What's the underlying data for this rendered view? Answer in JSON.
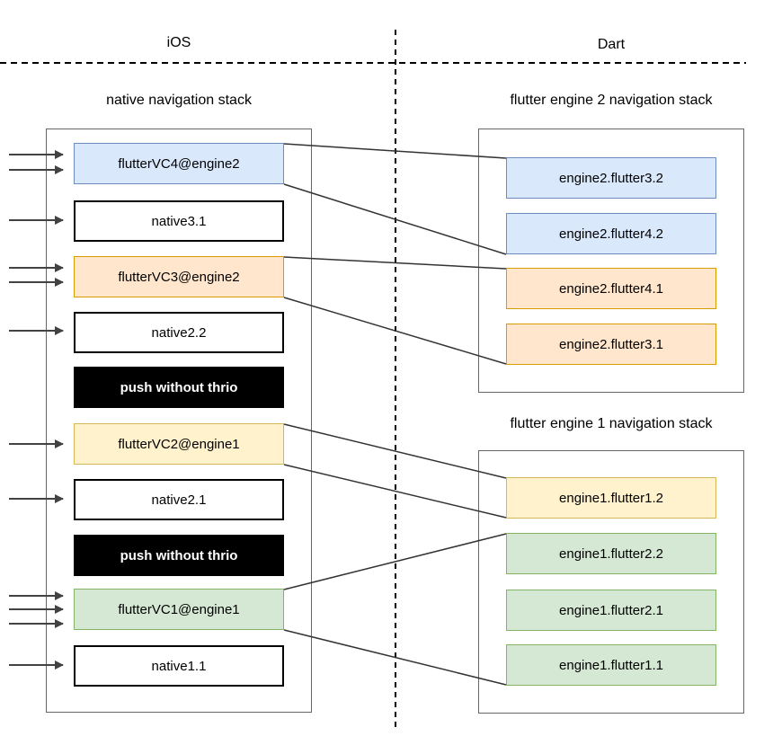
{
  "header": {
    "ios_label": "iOS",
    "dart_label": "Dart"
  },
  "native_stack": {
    "title": "native navigation stack",
    "items": [
      {
        "label": "flutterVC4@engine2",
        "type": "flutter-vc",
        "color": "blue",
        "incoming_arrows": 2
      },
      {
        "label": "native3.1",
        "type": "native-vc",
        "color": "white",
        "incoming_arrows": 1
      },
      {
        "label": "flutterVC3@engine2",
        "type": "flutter-vc",
        "color": "orange",
        "incoming_arrows": 2
      },
      {
        "label": "native2.2",
        "type": "native-vc",
        "color": "white",
        "incoming_arrows": 1
      },
      {
        "label": "push without thrio",
        "type": "marker",
        "color": "black",
        "incoming_arrows": 0
      },
      {
        "label": "flutterVC2@engine1",
        "type": "flutter-vc",
        "color": "yellow",
        "incoming_arrows": 1
      },
      {
        "label": "native2.1",
        "type": "native-vc",
        "color": "white",
        "incoming_arrows": 1
      },
      {
        "label": "push without thrio",
        "type": "marker",
        "color": "black",
        "incoming_arrows": 0
      },
      {
        "label": "flutterVC1@engine1",
        "type": "flutter-vc",
        "color": "green",
        "incoming_arrows": 3
      },
      {
        "label": "native1.1",
        "type": "native-vc",
        "color": "white",
        "incoming_arrows": 1
      }
    ]
  },
  "engine2_stack": {
    "title": "flutter engine 2 navigation stack",
    "items": [
      {
        "label": "engine2.flutter3.2",
        "color": "blue"
      },
      {
        "label": "engine2.flutter4.2",
        "color": "blue"
      },
      {
        "label": "engine2.flutter4.1",
        "color": "orange"
      },
      {
        "label": "engine2.flutter3.1",
        "color": "orange"
      }
    ]
  },
  "engine1_stack": {
    "title": "flutter engine 1 navigation stack",
    "items": [
      {
        "label": "engine1.flutter1.2",
        "color": "yellow"
      },
      {
        "label": "engine1.flutter2.2",
        "color": "green"
      },
      {
        "label": "engine1.flutter2.1",
        "color": "green"
      },
      {
        "label": "engine1.flutter1.1",
        "color": "green"
      }
    ]
  },
  "connections": [
    {
      "from": "flutterVC4@engine2",
      "from_corner": "top-right",
      "to": "engine2.flutter3.2",
      "to_corner": "top-left"
    },
    {
      "from": "flutterVC4@engine2",
      "from_corner": "bottom-right",
      "to": "engine2.flutter4.2",
      "to_corner": "bottom-left"
    },
    {
      "from": "flutterVC3@engine2",
      "from_corner": "top-right",
      "to": "engine2.flutter4.1",
      "to_corner": "top-left"
    },
    {
      "from": "flutterVC3@engine2",
      "from_corner": "bottom-right",
      "to": "engine2.flutter3.1",
      "to_corner": "bottom-left"
    },
    {
      "from": "flutterVC2@engine1",
      "from_corner": "top-right",
      "to": "engine1.flutter1.2",
      "to_corner": "top-left"
    },
    {
      "from": "flutterVC2@engine1",
      "from_corner": "bottom-right",
      "to": "engine1.flutter1.2",
      "to_corner": "bottom-left"
    },
    {
      "from": "flutterVC1@engine1",
      "from_corner": "top-right",
      "to": "engine1.flutter2.2",
      "to_corner": "top-left"
    },
    {
      "from": "flutterVC1@engine1",
      "from_corner": "bottom-right",
      "to": "engine1.flutter1.1",
      "to_corner": "bottom-left"
    }
  ],
  "colors": {
    "blue_fill": "#dae8fc",
    "blue_stroke": "#6c8ebf",
    "orange_fill": "#ffe6cc",
    "orange_stroke": "#d79b00",
    "yellow_fill": "#fff2cc",
    "yellow_stroke": "#d6b656",
    "green_fill": "#d5e8d4",
    "green_stroke": "#82b366",
    "marker_fill": "#000000",
    "marker_text": "#ffffff",
    "container_stroke": "#666666",
    "line_stroke": "#333333",
    "arrow_stroke": "#424242"
  }
}
